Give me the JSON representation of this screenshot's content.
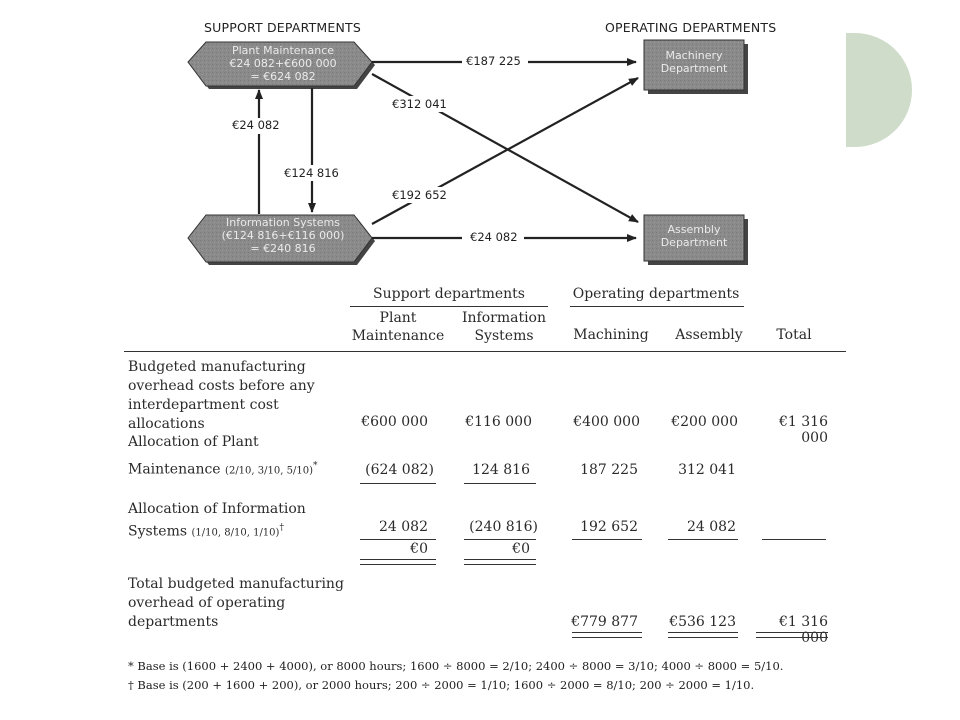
{
  "diagram": {
    "support_header": "SUPPORT DEPARTMENTS",
    "operating_header": "OPERATING DEPARTMENTS",
    "plant": [
      "Plant Maintenance",
      "€24 082+€600 000",
      "= €624 082"
    ],
    "info": [
      "Information Systems",
      "(€124 816+€116 000)",
      "= €240 816"
    ],
    "machinery": [
      "Machinery",
      "Department"
    ],
    "assembly": [
      "Assembly",
      "Department"
    ],
    "arrow_pm_mach": "€187 225",
    "arrow_pm_asm": "€312 041",
    "arrow_is_pm": "€24 082",
    "arrow_pm_is": "€124 816",
    "arrow_is_mach": "€192 652",
    "arrow_is_asm": "€24 082"
  },
  "table": {
    "group_support": "Support departments",
    "group_operating": "Operating departments",
    "col_plant": [
      "Plant",
      "Maintenance"
    ],
    "col_info": [
      "Information",
      "Systems"
    ],
    "col_mach": "Machining",
    "col_asm": "Assembly",
    "col_total": "Total",
    "row1_label": [
      "Budgeted manufacturing",
      "overhead costs before any",
      "interdepartment cost",
      "allocations"
    ],
    "row1": [
      "€600 000",
      "€116 000",
      "€400 000",
      "€200 000",
      "€1 316 000"
    ],
    "row2_label": [
      "Allocation of Plant",
      "Maintenance"
    ],
    "row2_fracs": [
      "2/10",
      "3/10",
      "5/10"
    ],
    "row2_mark": "*",
    "row2": [
      "(624 082)",
      "124 816",
      "187 225",
      "312 041"
    ],
    "row3_label": [
      "Allocation of Information",
      "Systems"
    ],
    "row3_fracs": [
      "1/10",
      "8/10",
      "1/10"
    ],
    "row3_mark": "†",
    "row3": [
      "24 082",
      "(240 816)",
      "192 652",
      "24 082"
    ],
    "row3b": [
      "€0",
      "€0"
    ],
    "row4_label": [
      "Total budgeted manufacturing",
      "overhead of operating",
      "departments"
    ],
    "row4": [
      "€779 877",
      "€536 123",
      "€1 316 000"
    ]
  },
  "footnotes": [
    "* Base is (1600 + 2400 + 4000), or 8000 hours; 1600 ÷ 8000 = 2/10; 2400 ÷ 8000 = 3/10; 4000 ÷ 8000 = 5/10.",
    "† Base is (200 + 1600 + 200), or 2000 hours; 200 ÷ 2000 = 1/10; 1600 ÷ 2000 = 8/10; 200 ÷ 2000 = 1/10."
  ],
  "colors": {
    "box_fill": "#8a8a8a",
    "box_shadow": "#4d4d4d",
    "accent_circle": "#cfdcc9"
  }
}
